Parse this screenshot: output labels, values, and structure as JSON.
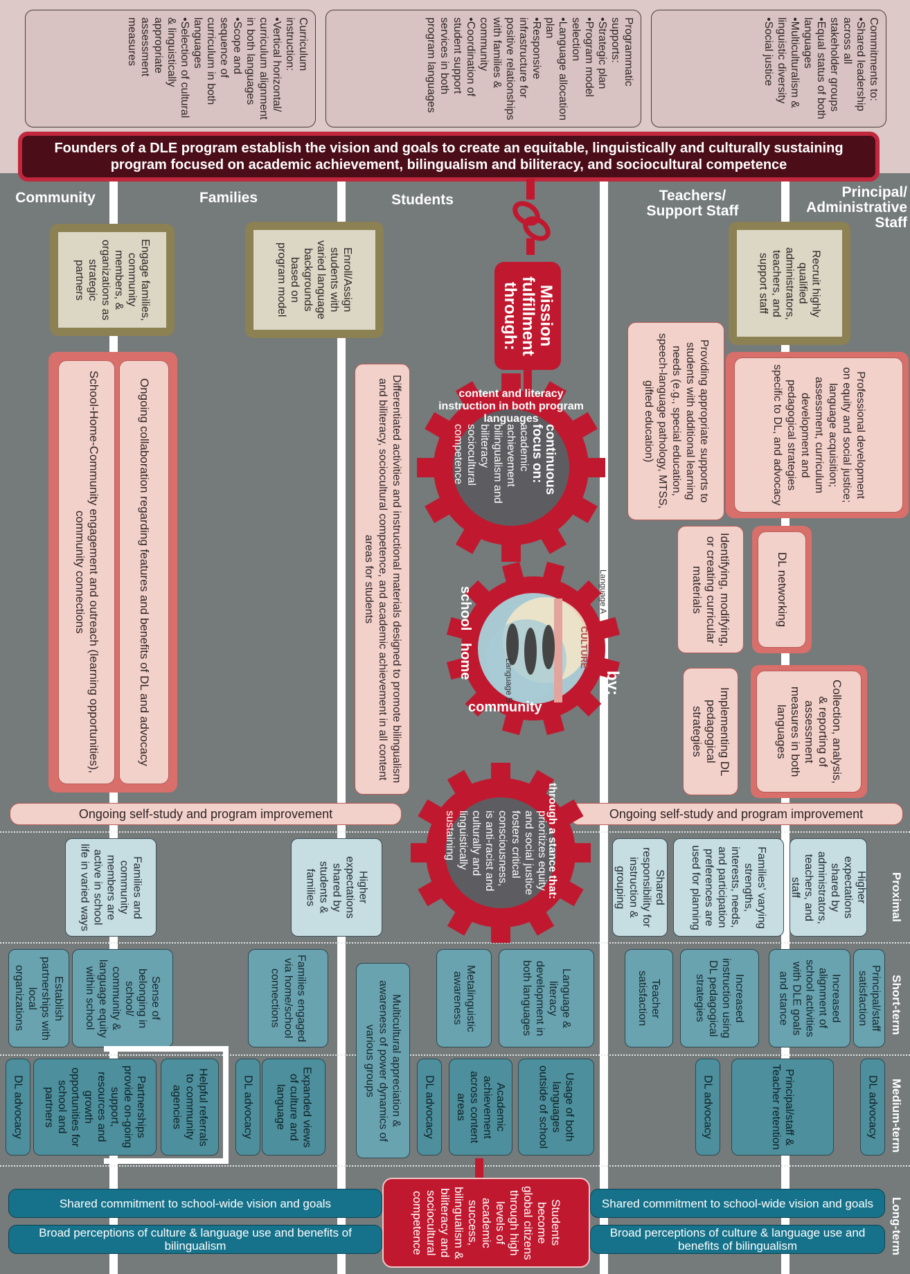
{
  "top": {
    "commitments": {
      "label": "Commitments to:",
      "items": [
        "Shared leadership across all stakeholder groups",
        "Equal status of both languages",
        "Multiculturalism & linguistic diversity",
        "Social justice"
      ]
    },
    "programmatic": {
      "label": "Programmatic supports:",
      "items": [
        "Strategic plan",
        "Program model selection",
        "Language allocation plan",
        "Responsive infrastructure for positive relationships with families & community",
        "Coordination of student support services in both program languages"
      ]
    },
    "curriculum": {
      "label": "Curriculum instruction:",
      "items": [
        "Vertical horizontal/ curriculum alignment in both languages",
        "Scope and sequence of curriculum in both languages",
        "Selection of cultural & linguistically appropriate assessment measures"
      ]
    },
    "banner": "Founders of a DLE program establish the vision and goals to create an equitable, linguistically and culturally sustaining program focused on academic achievement, bilingualism and biliteracy, and sociocultural competence"
  },
  "columns": {
    "community": "Community",
    "families": "Families",
    "students": "Students",
    "teachers": "Teachers/ Support Staff",
    "principal": "Principal/ Administrative Staff"
  },
  "upper": {
    "engage": "Engage families, community members, & organizations as strategic partners",
    "enroll": "Enroll/Assign students with varied language backgrounds based on program model",
    "recruit": "Recruit highly qualified administrators, teachers, and support staff",
    "mission": "Mission fulfillment through:",
    "collab": "Ongoing collaboration regarding features and benefits of DL and advocacy",
    "shc": "School-Home-Community engagement and outreach (learning opportunities), community connections",
    "differentiated": "Differentiated activities and instructional materials designed to promote bilingualism and biliteracy, sociocultural competence, and academic achievement in all content areas for students",
    "providing": "Providing appropriate supports to students with additional learning needs (e.g., special education, speech-language pathology, MTSS, gifted education)",
    "prof_dev": "Professional development on equity and social justice; language acquisition; assessment, curriculum development and pedagogical strategies specific to DL, and advocacy",
    "identifying": "Identifying, modifying, or creating curricular materials",
    "networking": "DL networking",
    "implementing": "Implementing DL pedagogical strategies",
    "collection": "Collection, analysis, & reporting of assessment measures in both languages",
    "self_study_left": "Ongoing self-study and program improvement",
    "self_study_right": "Ongoing self-study and program improvement"
  },
  "gears": {
    "gear1_ring": "content and literacy instruction in both program languages",
    "gear1_title": "continuous focus on:",
    "gear1_items": [
      "academic achievement",
      "bilingualism and biliteracy",
      "sociocultural competence"
    ],
    "gear2_ring_a": "school",
    "gear2_ring_b": "home",
    "gear2_ring_c": "community",
    "gear2_by": "by:",
    "venn_a": "Language A",
    "venn_b": "Language B",
    "venn_culture": "CULTURE",
    "gear3_ring": "through a stance that:",
    "gear3_items": [
      "prioritizes equity and social justice",
      "fosters critical consciousness,",
      "is anti-racist and culturally and linguistically sustaining"
    ]
  },
  "rows": {
    "proximal": "Proximal",
    "short": "Short-term",
    "medium": "Medium-term",
    "long": "Long-term"
  },
  "proximal": {
    "families_active": "Families and community members are active in school life in varied ways",
    "higher_students": "Higher expectations shared by students & families",
    "shared_resp": "Shared responsibility for instruction & grouping",
    "families_varying": "Families' varying strengths, interests, needs, and participation preferences are used for planning",
    "higher_admin": "Higher expectations shared by administrators, teachers, and staff"
  },
  "short": {
    "establish": "Establish partnerships with local organizations",
    "sense": "Sense of belonging in school/ community & language equity within school",
    "families_engaged": "Families engaged via home/school connections",
    "multicultural": "Multicultural appreciation & awareness of power dynamics of various groups",
    "metalinguistic": "Metalinguistic awareness",
    "language_literacy": "Language & literacy development in both languages",
    "teacher_sat": "Teacher satisfaction",
    "increased_instr": "Increased instruction using DL pedagogical strategies",
    "increased_align": "Increased alignment of school activities with DLE goals and stance",
    "principal_sat": "Principal/staff satisfaction"
  },
  "medium": {
    "dl_adv_1": "DL advocacy",
    "partnerships": "Partnerships provide on-going support, resources and growth opportunities for school and partners",
    "helpful": "Helpful referrals to community agencies",
    "dl_adv_2": "DL advocacy",
    "expanded": "Expanded views of culture and language",
    "dl_adv_3": "DL advocacy",
    "academic": "Academic achievement across content areas",
    "usage": "Usage of both languages outside of school",
    "dl_adv_4": "DL advocacy",
    "retention": "Principal/staff & Teacher retention",
    "dl_adv_5": "DL advocacy"
  },
  "long": {
    "shared_left": "Shared commitment to school-wide vision and goals",
    "broad_left": "Broad perceptions of culture & language use and benefits of bilingualism",
    "students_global": "Students become global citizens through high levels of academic success, bilingualism & biliteracy and sociocultural competence",
    "shared_right": "Shared commitment to school-wide vision and goals",
    "broad_right": "Broad perceptions of culture & language use and benefits of bilingualism"
  },
  "colors": {
    "red": "#c0192f",
    "dark_red": "#4b0d18",
    "beige": "#dcd6c5",
    "pink": "#f3d1cb",
    "teal": "#16728a",
    "gray": "#757a7b"
  }
}
